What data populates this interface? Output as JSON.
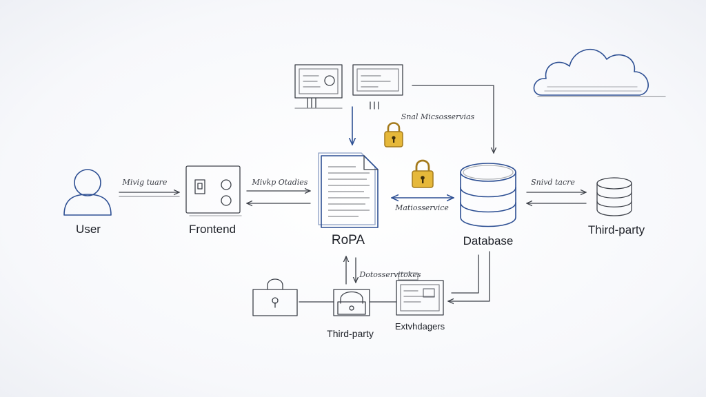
{
  "nodes": {
    "user": "User",
    "frontend": "Frontend",
    "ropa": "RoPA",
    "database": "Database",
    "third_party_right": "Third-party",
    "third_party_bottom": "Third-party",
    "bottom_right_box": "Extvhdagers"
  },
  "edge_labels": {
    "user_frontend": "Mivig tuare",
    "frontend_ropa": "Mivkp Otadies",
    "ropa_database": "Matiosservice",
    "database_third_party": "Snivd tacre",
    "top_services": "Snal Micsosservias",
    "bottom_ropa": "Dotosservitokes"
  },
  "colors": {
    "ink": "#3c4048",
    "blue_ink": "#2d4f93",
    "lock_fill": "#e6b83a",
    "lock_stroke": "#a47a1c"
  },
  "icons": [
    "user-icon",
    "frontend-panel-icon",
    "document-icon",
    "database-icon",
    "third-party-database-icon",
    "cloud-icon",
    "lock-icon",
    "monitor-icon"
  ]
}
